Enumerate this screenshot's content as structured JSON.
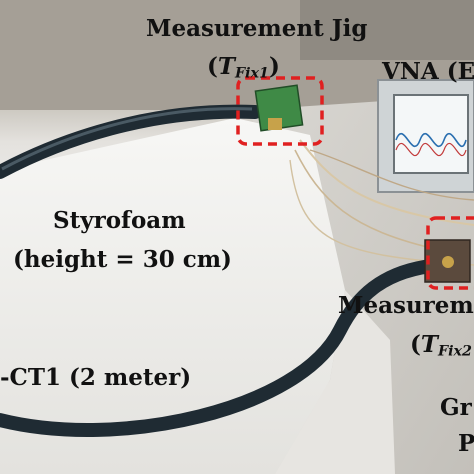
{
  "labels": {
    "jig1_title": "Measurement Jig",
    "jig1_paren_open": "(",
    "jig1_symbol": "T",
    "jig1_subscript": "Fix1",
    "jig1_paren_close": ")",
    "vna": "VNA (E",
    "styrofoam_line1": "Styrofoam",
    "styrofoam_line2": "(height = 30 cm)",
    "cable": "-CT1 (2 meter)",
    "jig2_title": "Measurem",
    "jig2_paren_open": "(",
    "jig2_symbol": "T",
    "jig2_subscript": "Fix2",
    "ground_partial": "Gr",
    "p_partial": "P"
  },
  "colors": {
    "callout_dash": "#e02020",
    "cable": "#1f2b33",
    "foam": "#f3f3f1",
    "screen": "#f4f7f8"
  }
}
